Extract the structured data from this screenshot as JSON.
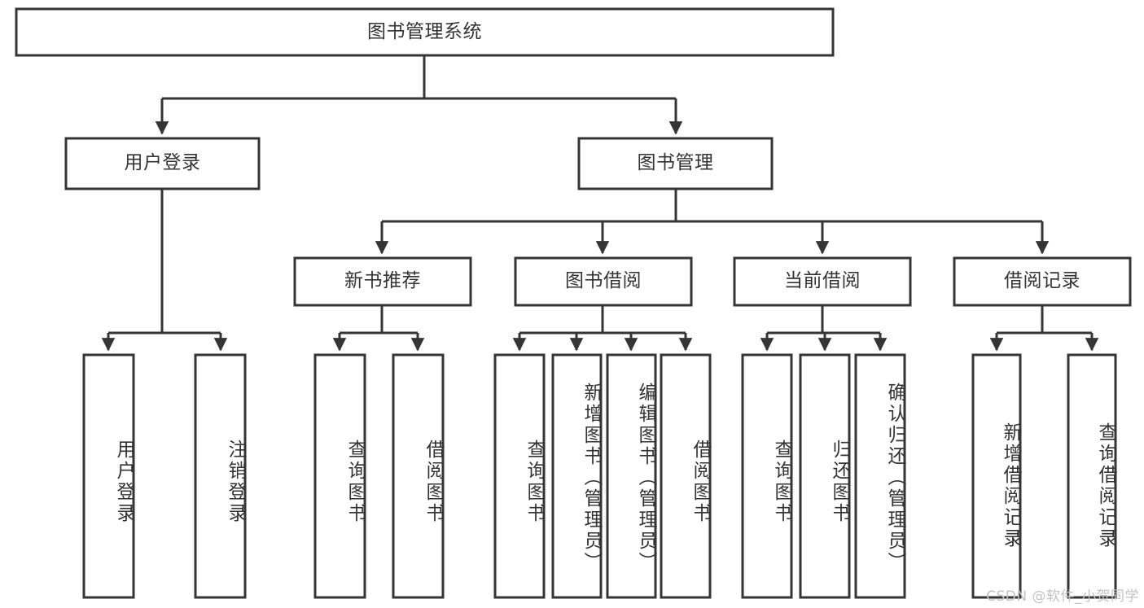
{
  "diagram": {
    "type": "tree-hierarchy-chart",
    "title": "图书管理系统",
    "root": {
      "id": "root",
      "label": "图书管理系统",
      "level": 0
    },
    "level2": [
      {
        "id": "user-login",
        "label": "用户登录"
      },
      {
        "id": "book-management",
        "label": "图书管理"
      }
    ],
    "level3": [
      {
        "id": "new-book-recommend",
        "label": "新书推荐",
        "parent": "book-management"
      },
      {
        "id": "book-borrow",
        "label": "图书借阅",
        "parent": "book-management"
      },
      {
        "id": "current-borrow",
        "label": "当前借阅",
        "parent": "book-management"
      },
      {
        "id": "borrow-record",
        "label": "借阅记录",
        "parent": "book-management"
      }
    ],
    "leaves": [
      {
        "id": "leaf-user-login",
        "label": "用户登录",
        "parent": "user-login"
      },
      {
        "id": "leaf-logout-login",
        "label": "注销登录",
        "parent": "user-login"
      },
      {
        "id": "leaf-query-book-1",
        "label": "查询图书",
        "parent": "new-book-recommend"
      },
      {
        "id": "leaf-borrow-book-1",
        "label": "借阅图书",
        "parent": "new-book-recommend"
      },
      {
        "id": "leaf-query-book-2",
        "label": "查询图书",
        "parent": "book-borrow"
      },
      {
        "id": "leaf-add-book",
        "label": "新增图书（管理员）",
        "parent": "book-borrow"
      },
      {
        "id": "leaf-edit-book",
        "label": "编辑图书（管理员）",
        "parent": "book-borrow"
      },
      {
        "id": "leaf-borrow-book-2",
        "label": "借阅图书",
        "parent": "book-borrow"
      },
      {
        "id": "leaf-query-book-3",
        "label": "查询图书",
        "parent": "current-borrow"
      },
      {
        "id": "leaf-return-book",
        "label": "归还图书",
        "parent": "current-borrow"
      },
      {
        "id": "leaf-confirm-return",
        "label": "确认归还（管理员）",
        "parent": "current-borrow"
      },
      {
        "id": "leaf-add-record",
        "label": "新增借阅记录",
        "parent": "borrow-record"
      },
      {
        "id": "leaf-query-record",
        "label": "查询借阅记录",
        "parent": "borrow-record"
      }
    ],
    "colors": {
      "stroke": "#353535",
      "fill": "#ffffff",
      "text": "#333333",
      "watermark": "#c2c2c2"
    }
  },
  "watermark": {
    "text": "CSDN @软件_小贺同学"
  }
}
